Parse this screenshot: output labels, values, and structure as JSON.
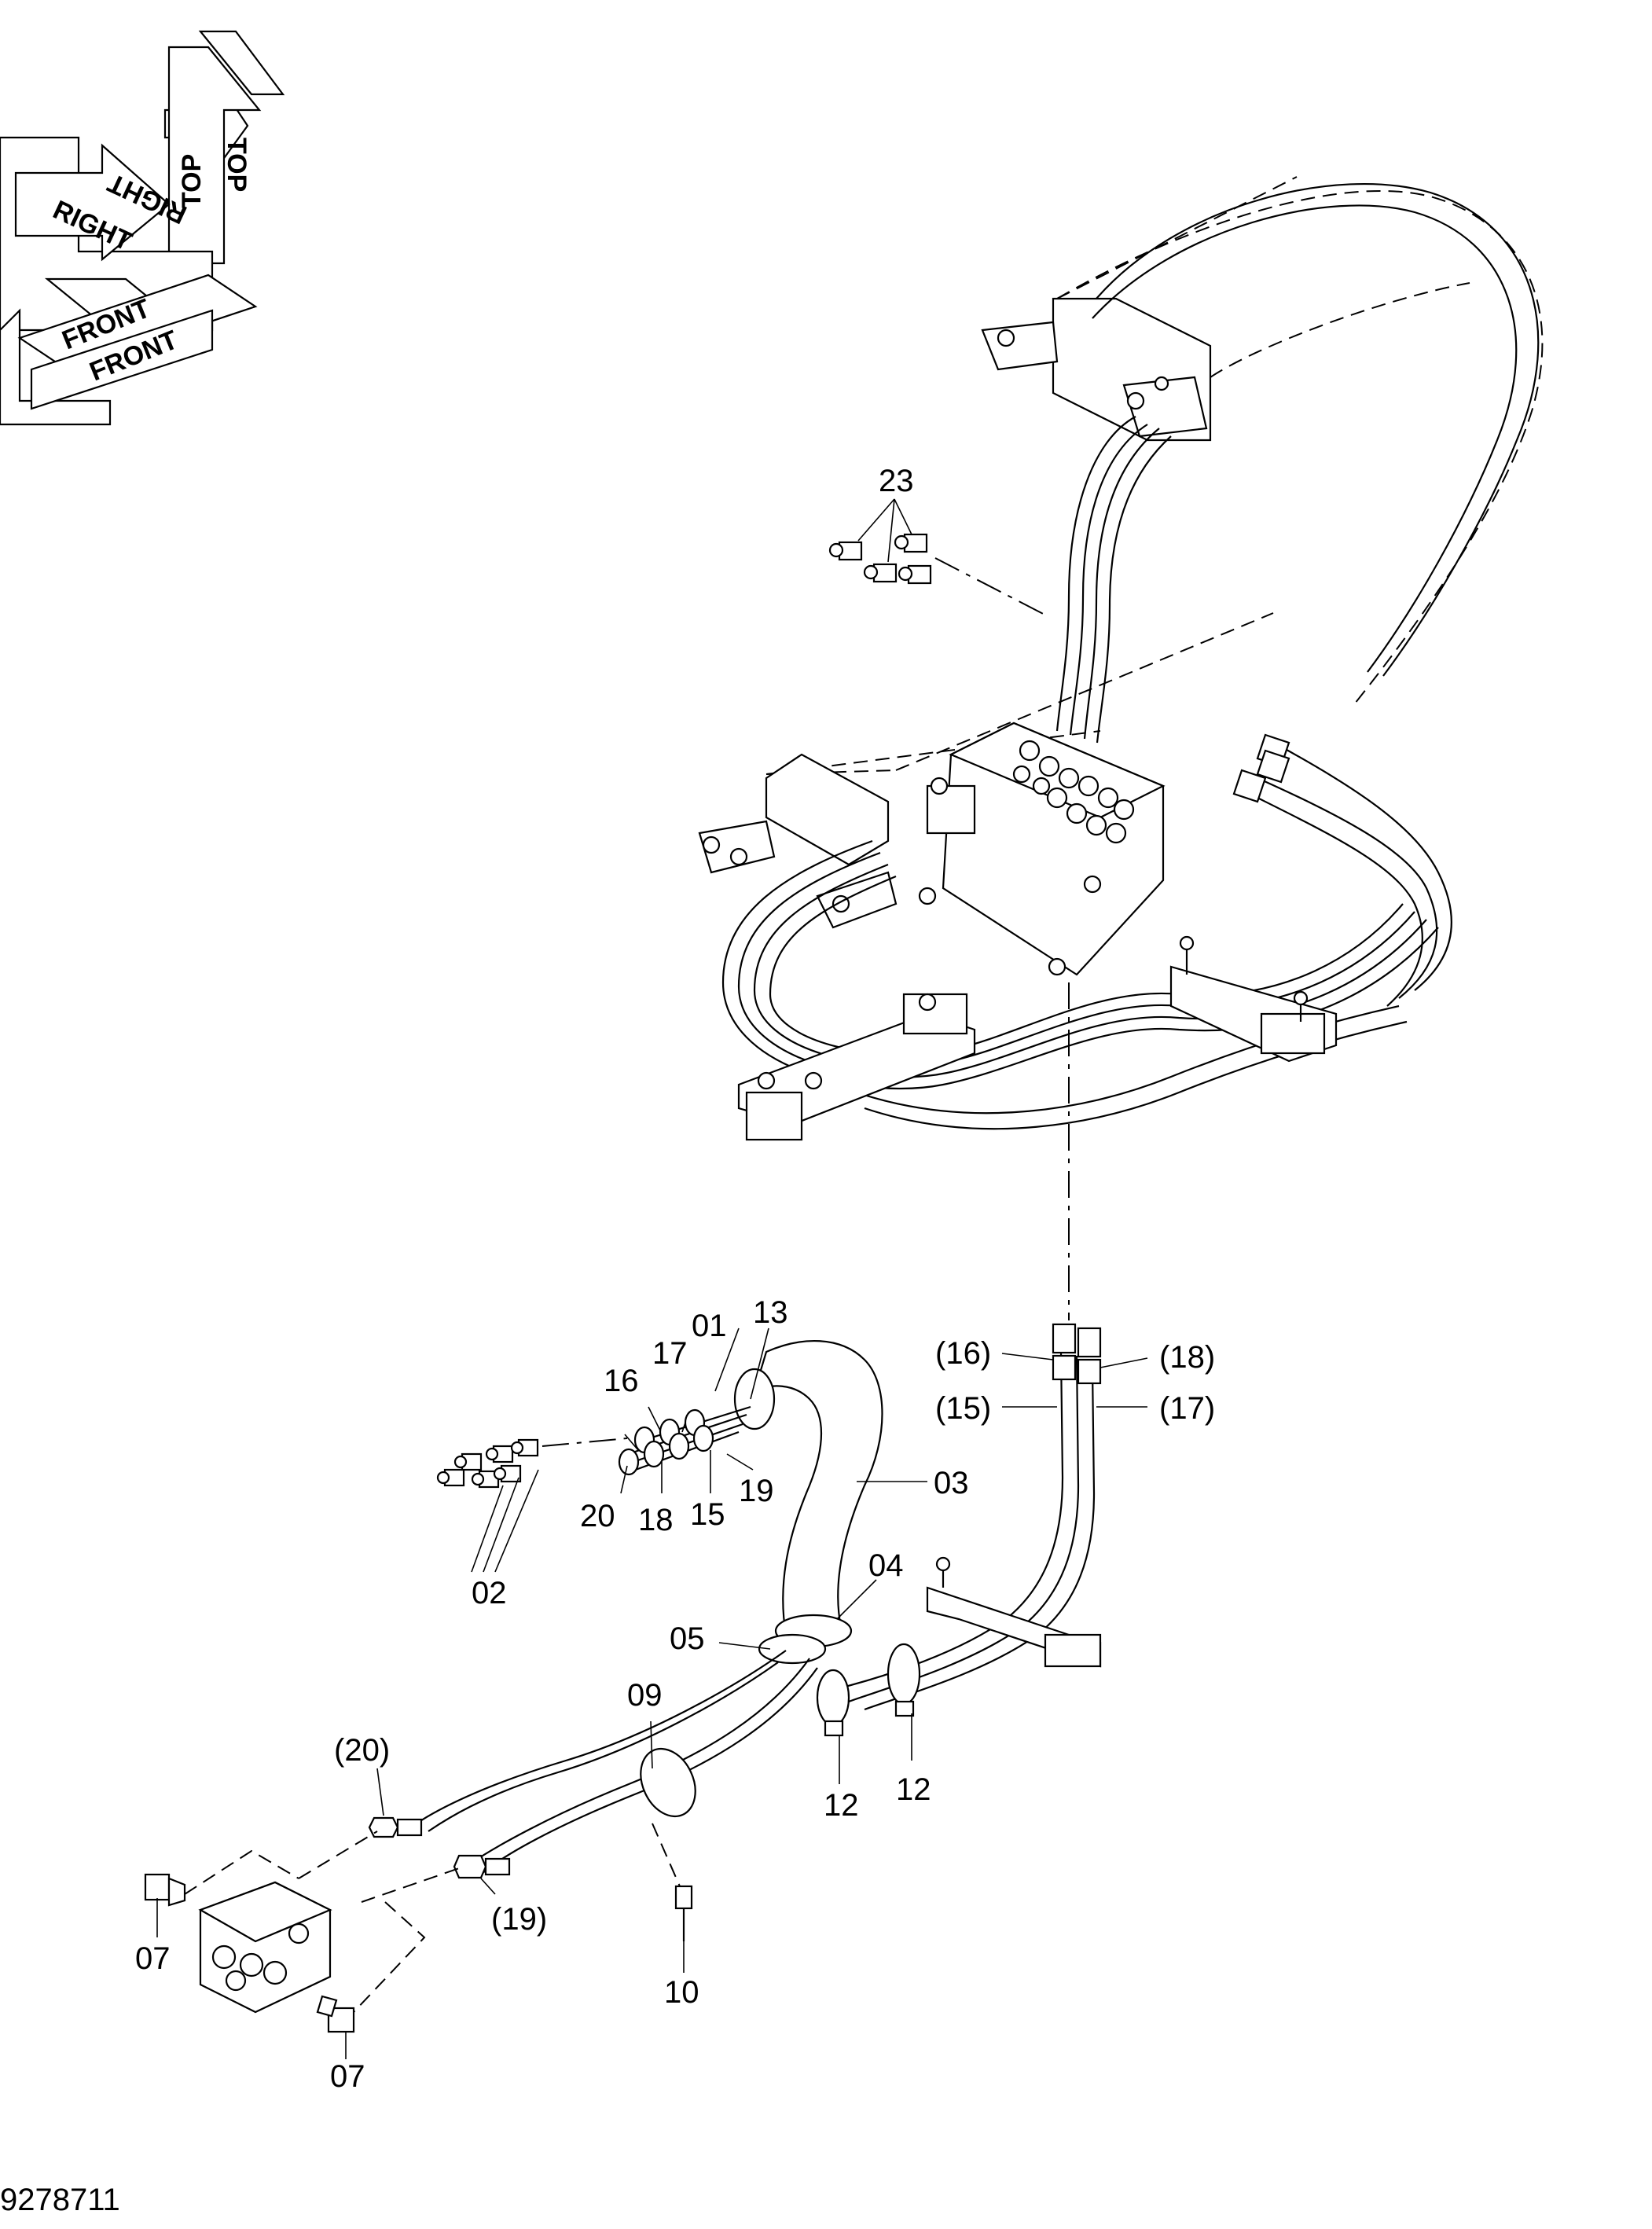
{
  "drawing_number": "9278711",
  "orientation": {
    "top": "TOP",
    "right": "RIGHT",
    "front": "FRONT"
  },
  "callouts": [
    {
      "id": "c23",
      "text": "23"
    },
    {
      "id": "c13",
      "text": "13"
    },
    {
      "id": "c01",
      "text": "01"
    },
    {
      "id": "c17",
      "text": "17"
    },
    {
      "id": "c16",
      "text": "16"
    },
    {
      "id": "c20",
      "text": "20"
    },
    {
      "id": "c18",
      "text": "18"
    },
    {
      "id": "c15",
      "text": "15"
    },
    {
      "id": "c19",
      "text": "19"
    },
    {
      "id": "c02",
      "text": "02"
    },
    {
      "id": "c03",
      "text": "03"
    },
    {
      "id": "c04",
      "text": "04"
    },
    {
      "id": "c05",
      "text": "05"
    },
    {
      "id": "c09",
      "text": "09"
    },
    {
      "id": "c12a",
      "text": "12"
    },
    {
      "id": "c12b",
      "text": "12"
    },
    {
      "id": "c10",
      "text": "10"
    },
    {
      "id": "c07a",
      "text": "07"
    },
    {
      "id": "c07b",
      "text": "07"
    },
    {
      "id": "r16",
      "text": "(16)"
    },
    {
      "id": "r18",
      "text": "(18)"
    },
    {
      "id": "r15",
      "text": "(15)"
    },
    {
      "id": "r17",
      "text": "(17)"
    },
    {
      "id": "r20",
      "text": "(20)"
    },
    {
      "id": "r19",
      "text": "(19)"
    }
  ]
}
